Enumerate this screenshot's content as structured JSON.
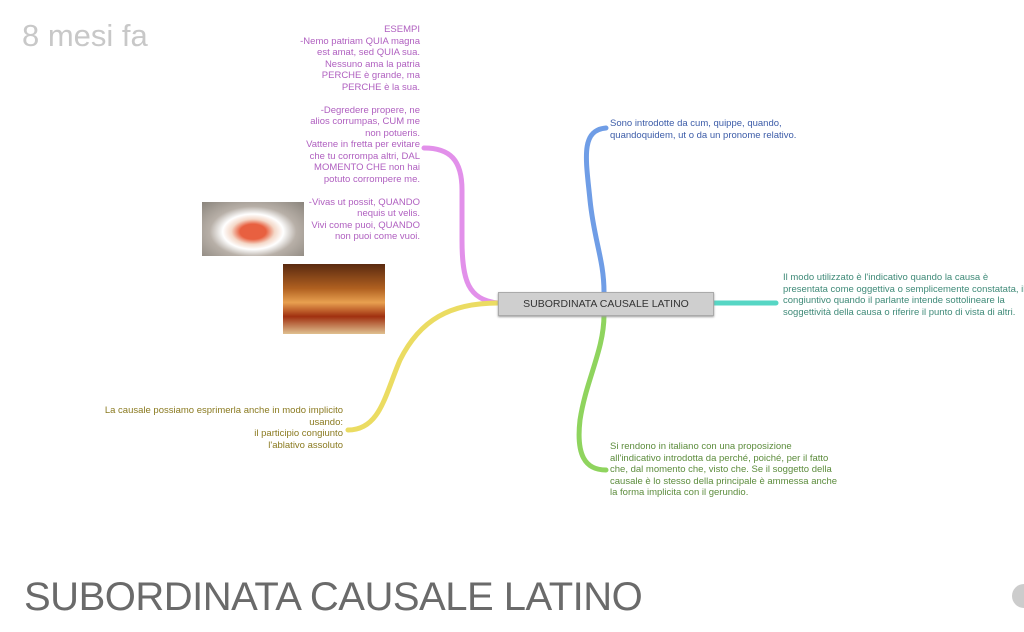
{
  "header": {
    "time_ago": "8 mesi fa"
  },
  "mindmap": {
    "central": "SUBORDINATA CAUSALE LATINO",
    "examples": "ESEMPI\n-Nemo patriam QUIA magna est amat, sed QUIA sua.\nNessuno ama la patria PERCHE è grande, ma PERCHE è la sua.\n\n-Degredere propere, ne alios corrumpas, CUM me non potueris.\nVattene in fretta per evitare che tu corrompa altri, DAL MOMENTO CHE non hai potuto corrompere me.\n\n-Vivas ut possit, QUANDO nequis ut velis.\nVivi come puoi, QUANDO non puoi come vuoi.",
    "introduction": "Sono introdotte da cum, quippe, quando, quandoquidem, ut o da un pronome relativo.",
    "mode": "Il modo utilizzato è l'indicativo quando la causa è presentata come oggettiva o semplicemente constatata, il congiuntivo quando il parlante intende sottolineare la soggettività della causa o riferire il punto di vista di altri.",
    "translation": "Si rendono in italiano con una proposizione all'indicativo introdotta da perché, poiché, per il fatto che, dal momento che, visto che. Se il soggetto della causale è lo stesso della principale è ammessa anche la forma implicita con il gerundio.",
    "implicit": "La causale possiamo esprimerla anche in modo implicito usando:\nil participio congiunto\nl'ablativo assoluto",
    "branch_colors": {
      "examples": "#e290ea",
      "introduction": "#6f9de6",
      "mode": "#56d6c4",
      "translation": "#8fd45e",
      "implicit": "#ebdc62"
    }
  },
  "footer": {
    "title": "SUBORDINATA CAUSALE LATINO"
  }
}
